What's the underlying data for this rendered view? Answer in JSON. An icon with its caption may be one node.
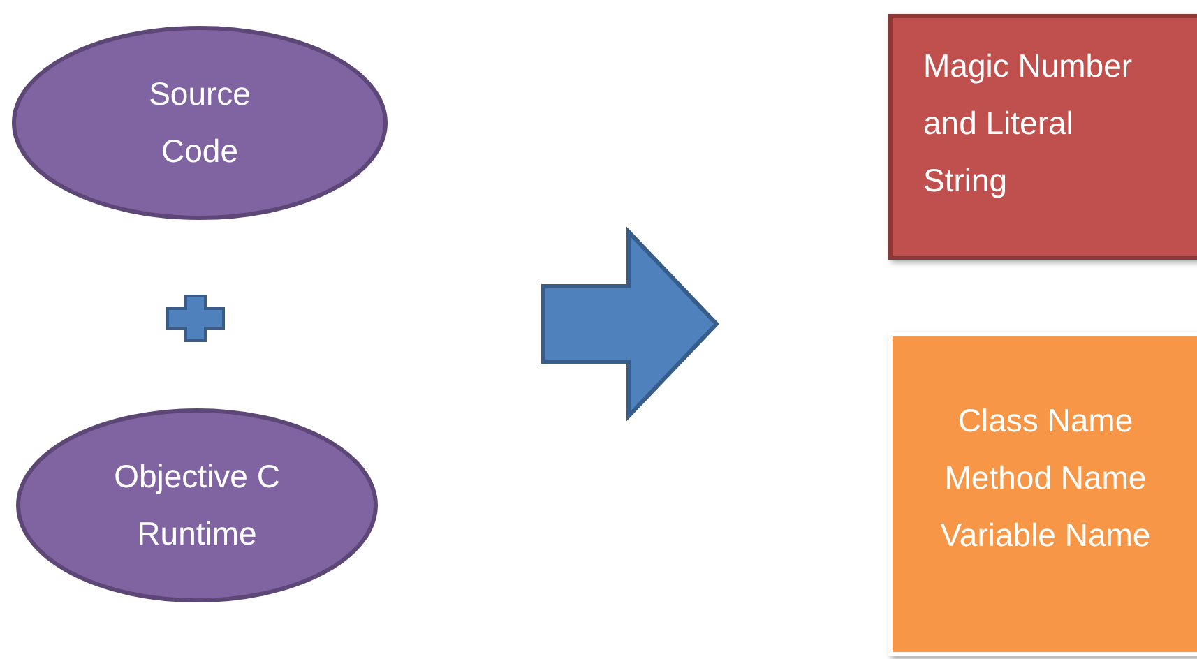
{
  "diagram": {
    "nodes": [
      {
        "text": [
          "Source Code"
        ]
      },
      {
        "text": [
          "Objective C Runtime"
        ]
      },
      {
        "text": [
          "Magic Number and Literal String"
        ]
      },
      {
        "text": [
          "Class Name",
          "Method Name",
          "Variable Name"
        ]
      }
    ]
  }
}
